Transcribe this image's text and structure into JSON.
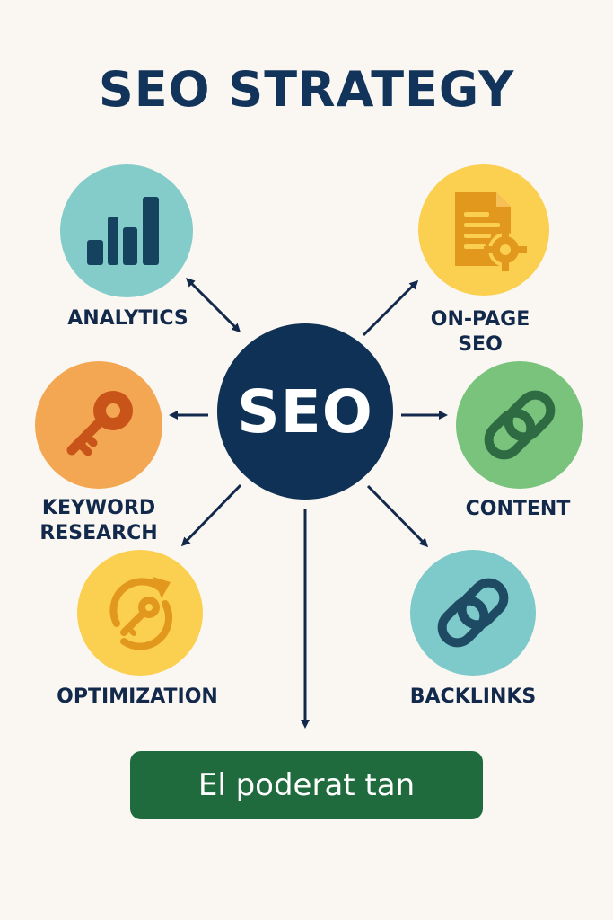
{
  "title": "SEO STRATEGY",
  "center": {
    "label": "SEO",
    "color": "#0f3155"
  },
  "nodes": [
    {
      "id": "analytics",
      "label": "ANALYTICS",
      "icon": "bar-chart-icon",
      "color": "#83ccc9"
    },
    {
      "id": "on-page-seo",
      "label_line1": "ON-PAGE",
      "label_line2": "SEO",
      "icon": "document-gear-icon",
      "color": "#fbcf4f"
    },
    {
      "id": "keyword-research",
      "label_line1": "KEYWORD",
      "label_line2": "RESEARCH",
      "icon": "key-icon",
      "color": "#f4a752"
    },
    {
      "id": "content",
      "label": "CONTENT",
      "icon": "chain-link-icon",
      "color": "#79c37d"
    },
    {
      "id": "optimization",
      "label": "OPTIMIZATION",
      "icon": "key-refresh-icon",
      "color": "#fbcf4f"
    },
    {
      "id": "backlinks",
      "label": "BACKLINKS",
      "icon": "chain-link-icon",
      "color": "#7ec9c9"
    }
  ],
  "cta": {
    "label": "El poderat tan",
    "color": "#1f6b3e"
  }
}
